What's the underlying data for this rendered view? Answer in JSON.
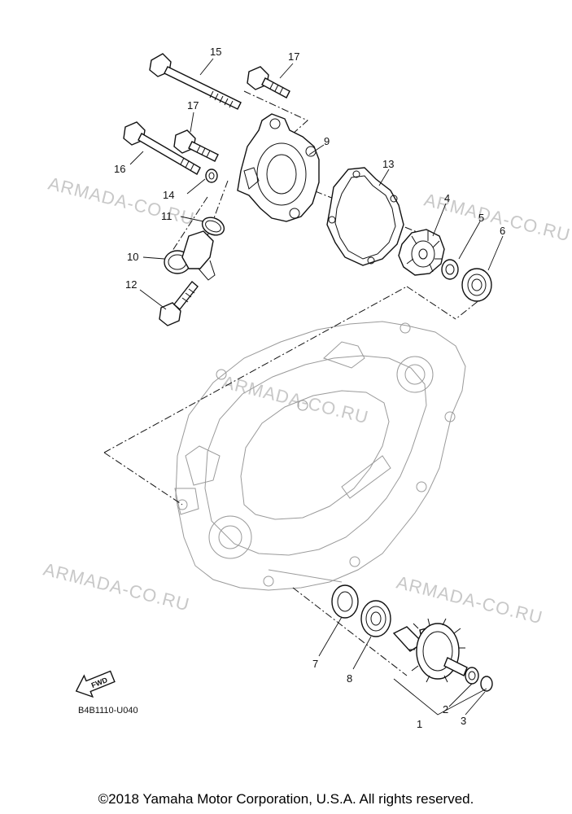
{
  "diagram": {
    "callouts": [
      "15",
      "17",
      "17",
      "9",
      "16",
      "13",
      "14",
      "11",
      "4",
      "5",
      "6",
      "10",
      "12",
      "7",
      "8",
      "2",
      "3",
      "1"
    ],
    "watermark_text": "ARMADA-CO.RU",
    "fwd_label": "FWD",
    "figure_code": "B4B1110-U040"
  },
  "footer": {
    "copyright": "©2018 Yamaha Motor Corporation, U.S.A. All rights reserved."
  },
  "icons": [
    "fwd-arrow-icon"
  ]
}
